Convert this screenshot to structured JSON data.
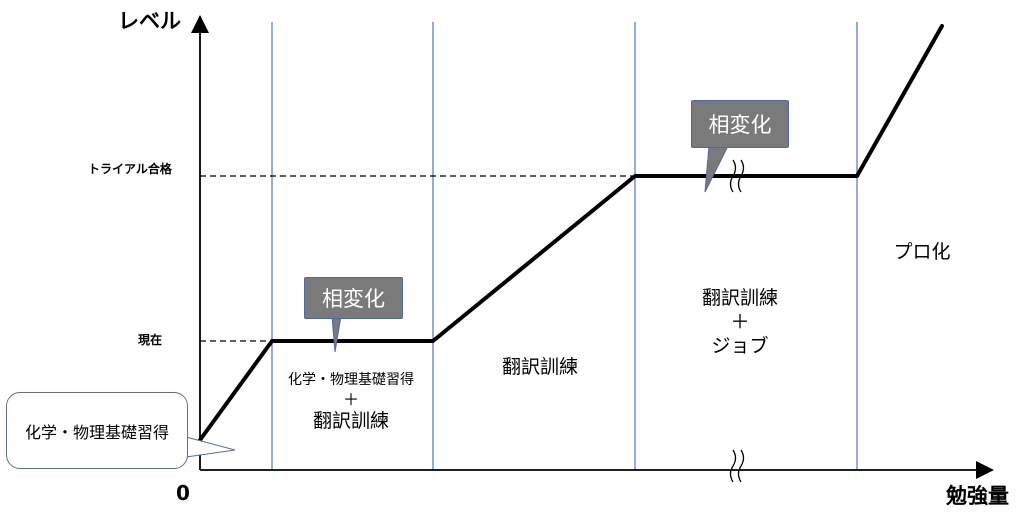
{
  "axes": {
    "y_label": "レベル",
    "x_label": "勉強量",
    "origin_label": "0",
    "level_trial": "トライアル合格",
    "level_current": "現在"
  },
  "phases": {
    "phase2_line1": "化学・物理基礎習得",
    "phase2_plus": "＋",
    "phase2_line2": "翻訳訓練",
    "phase3": "翻訳訓練",
    "phase4_line1": "翻訳訓練",
    "phase4_plus": "＋",
    "phase4_line2": "ジョブ",
    "phase5": "プロ化"
  },
  "callouts": {
    "start": "化学・物理基礎習得",
    "phase_change_1": "相変化",
    "phase_change_2": "相変化"
  },
  "colors": {
    "divider": "#4a74c4",
    "curve": "#000000",
    "callout_fill": "#7a7a7a"
  }
}
